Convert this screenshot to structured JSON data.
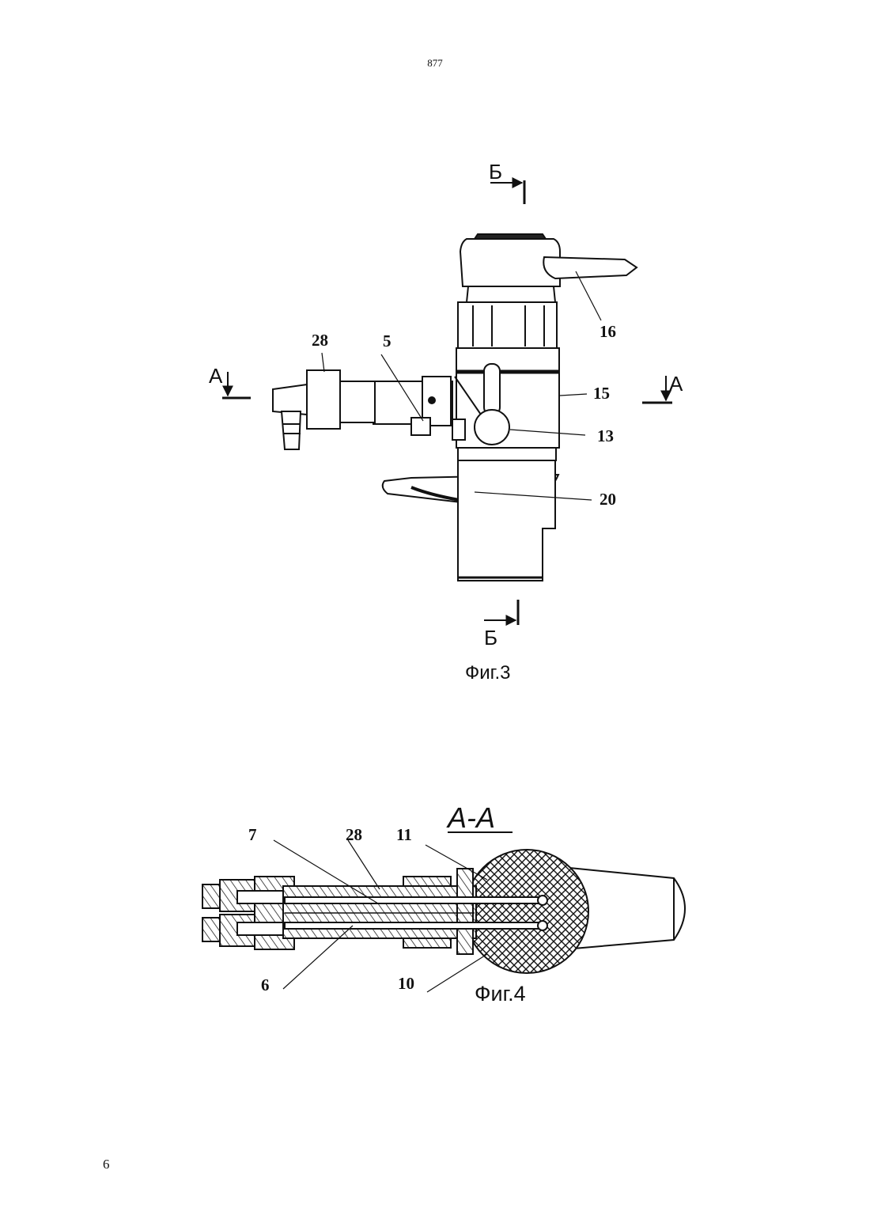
{
  "page": {
    "header_number": "877",
    "page_number": "6"
  },
  "fig3": {
    "caption": "Фиг.3",
    "section_b_top": "Б",
    "section_b_bottom": "Б",
    "section_a_left": "А",
    "section_a_right": "А",
    "labels": {
      "l16": "16",
      "l28": "28",
      "l5": "5",
      "l15": "15",
      "l13": "13",
      "l20": "20"
    }
  },
  "fig4": {
    "caption": "Фиг.4",
    "section_title": "А-А",
    "labels": {
      "l7": "7",
      "l28": "28",
      "l11": "11",
      "l6": "6",
      "l10": "10"
    }
  }
}
